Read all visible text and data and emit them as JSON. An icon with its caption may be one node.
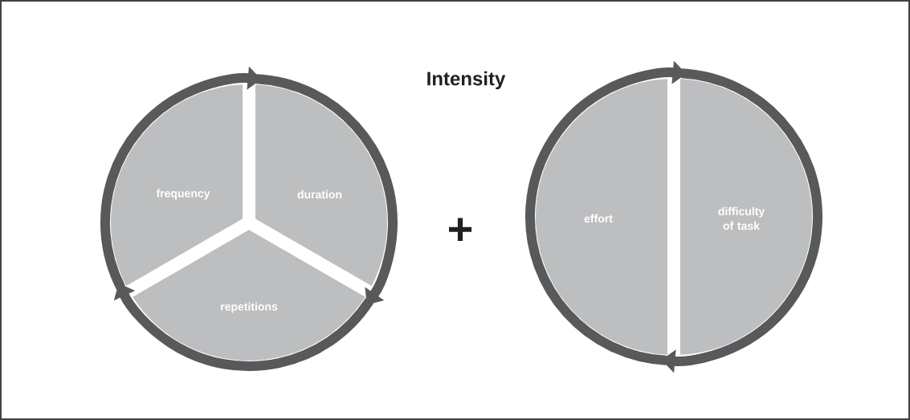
{
  "diagram": {
    "title": "Intensity",
    "nodes": [
      {
        "text": [
          "frequency"
        ]
      },
      {
        "text": [
          "duration"
        ]
      },
      {
        "text": [
          "repetitions"
        ]
      },
      {
        "text": [
          "effort"
        ]
      },
      {
        "text": [
          "difficulty of task"
        ]
      }
    ],
    "edges": [
      {
        "from": 0,
        "to": 1,
        "arrow": "to"
      },
      {
        "from": 1,
        "to": 2,
        "arrow": "to"
      },
      {
        "from": 2,
        "to": 0,
        "arrow": "to"
      },
      {
        "from": 3,
        "to": 4,
        "arrow": "to"
      },
      {
        "from": 4,
        "to": 3,
        "arrow": "to"
      }
    ],
    "labels": [
      "+"
    ]
  }
}
